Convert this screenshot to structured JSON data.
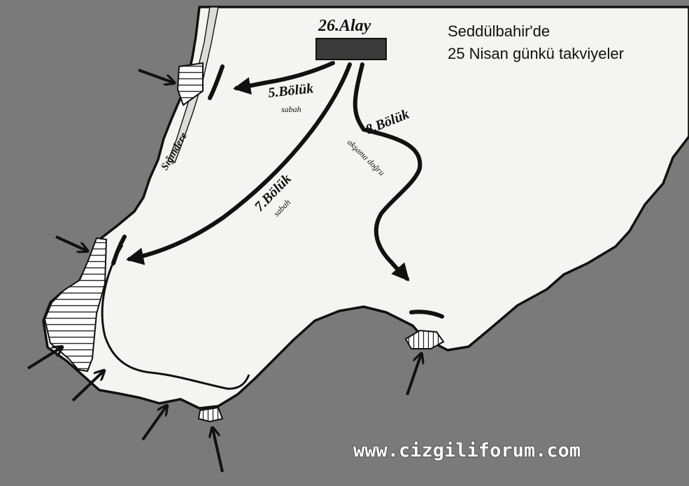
{
  "title": {
    "line1": "Seddülbahir'de",
    "line2": "25 Nisan günkü takviyeler"
  },
  "regiment": {
    "label": "26.Alay"
  },
  "companies": [
    {
      "label": "5.Bölük",
      "time": "sabah"
    },
    {
      "label": "7.Bölük",
      "time": "sabah"
    },
    {
      "label": "8.Bölük",
      "time": "akşama doğru"
    }
  ],
  "place_label": "Sığındere",
  "watermark": "www.cizgiliforum.com",
  "colors": {
    "sea": "#7a7a7a",
    "land": "#f4f4f2",
    "coast": "#111111",
    "hatch": "#222222"
  },
  "icons": {
    "landing_arrow": "arrow-icon",
    "regiment_box": "rectangle-icon"
  }
}
